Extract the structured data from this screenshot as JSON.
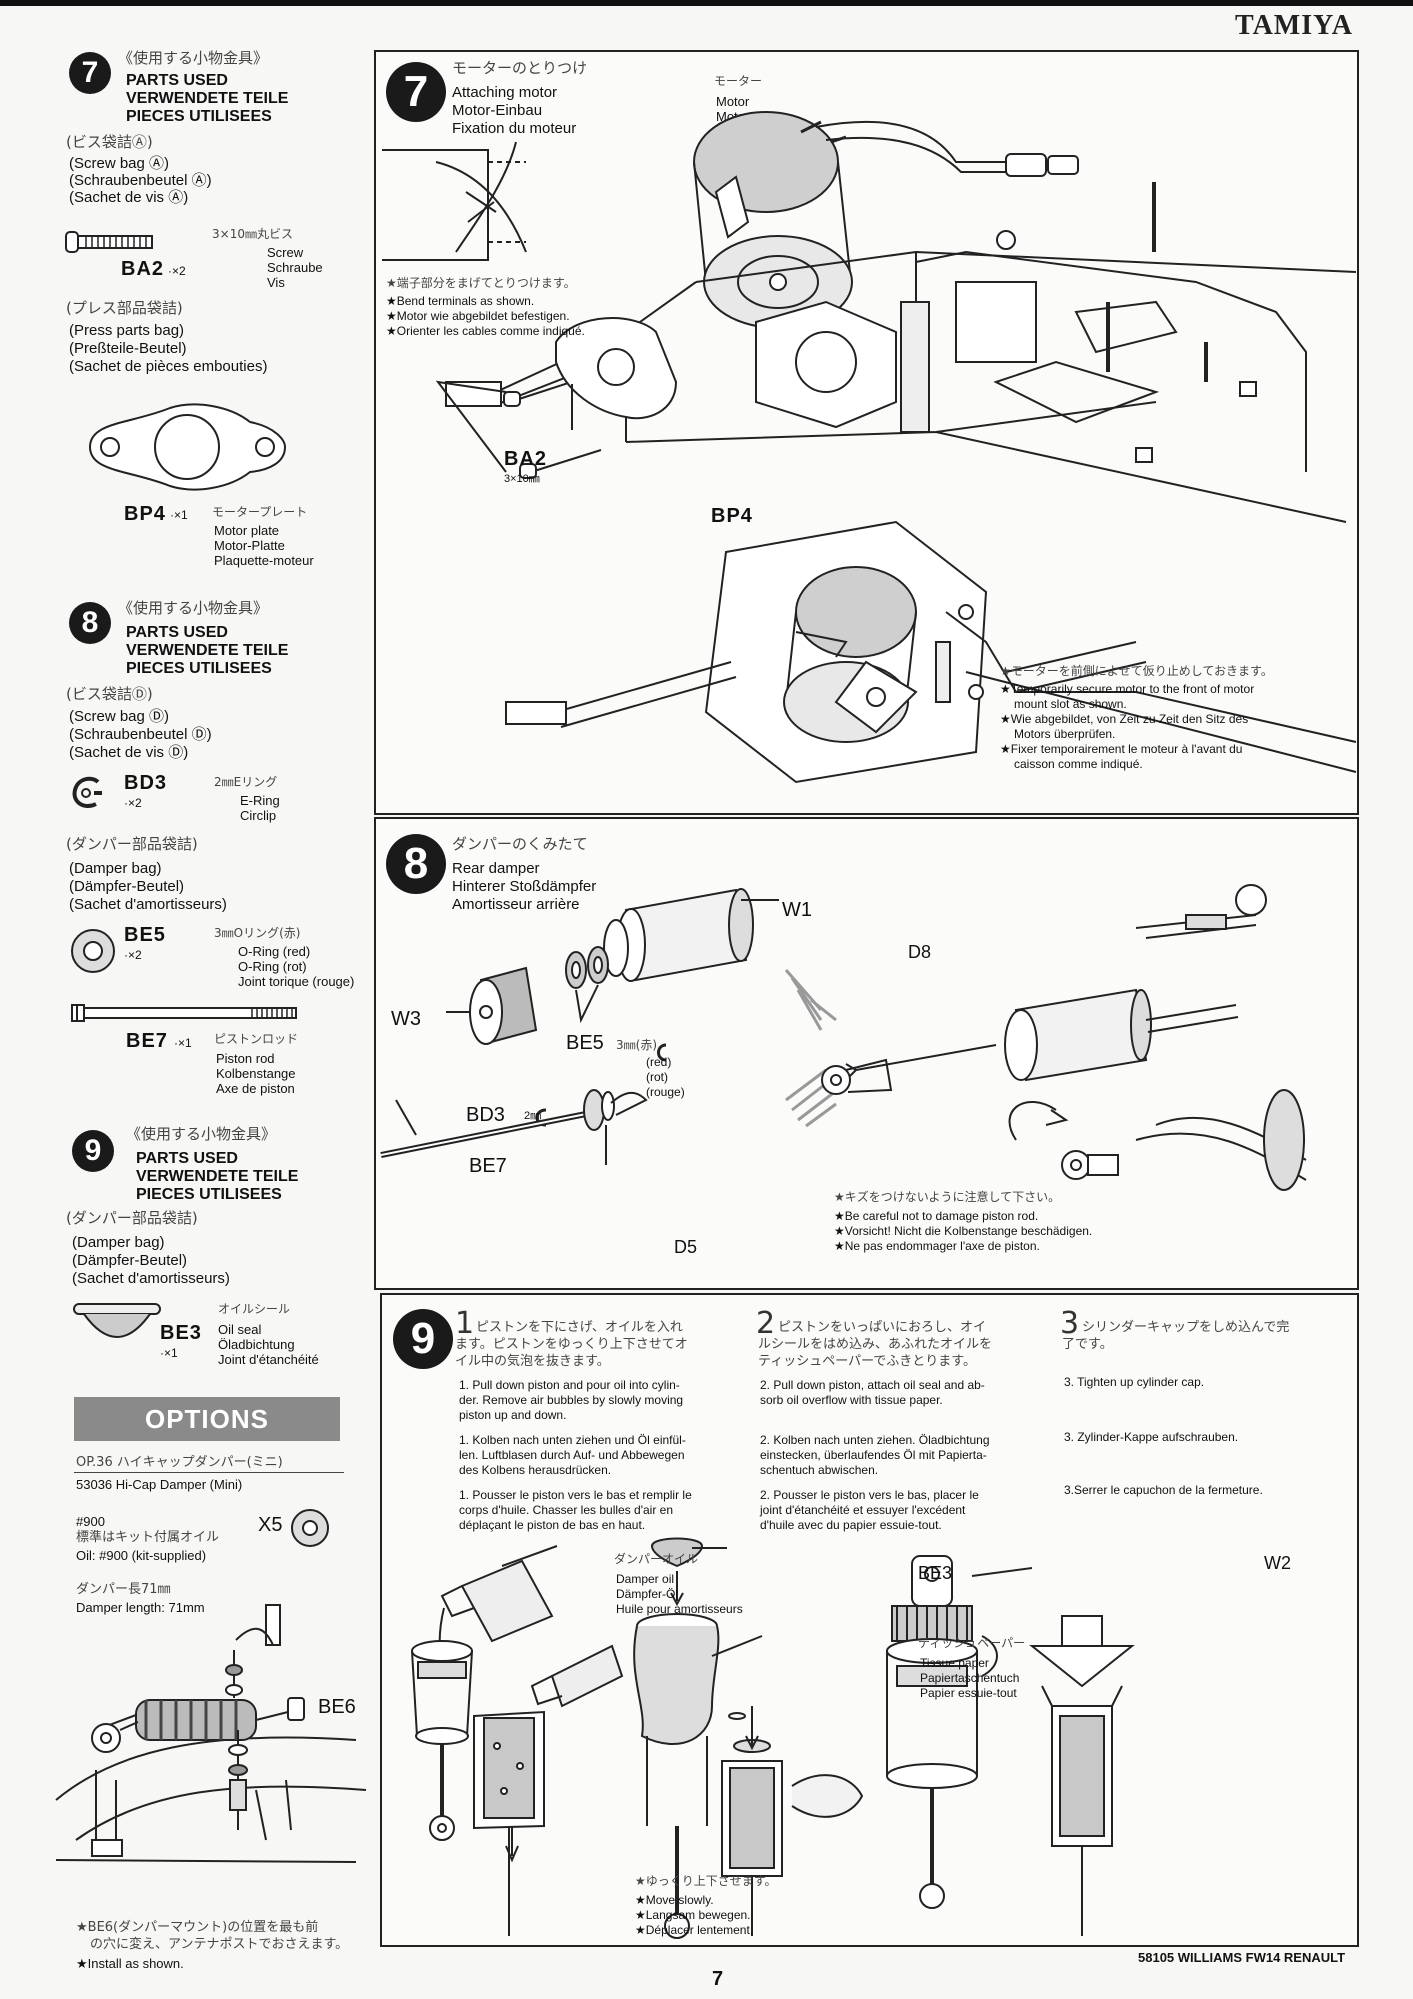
{
  "brand": "TAMIYA",
  "footer": {
    "model": "58105 WILLIAMS FW14 RENAULT",
    "page": "7"
  },
  "sidebar": {
    "s7": {
      "num": "7",
      "jp": "《使用する小物金具》",
      "en": "PARTS USED",
      "de": "VERWENDETE TEILE",
      "fr": "PIECES UTILISEES",
      "bagA": {
        "jp": "(ビス袋詰Ⓐ)",
        "en": "(Screw bag Ⓐ)",
        "de": "(Schraubenbeutel Ⓐ)",
        "fr": "(Sachet de vis Ⓐ)"
      },
      "ba2": {
        "code": "BA2",
        "qty": "·×2",
        "jp": "3×10㎜丸ビス",
        "en": "Screw",
        "de": "Schraube",
        "fr": "Vis"
      },
      "press": {
        "jp": "(プレス部品袋詰)",
        "en": "(Press parts bag)",
        "de": "(Preßteile-Beutel)",
        "fr": "(Sachet de pièces embouties)"
      },
      "bp4": {
        "code": "BP4",
        "qty": "·×1",
        "jp": "モータープレート",
        "en": "Motor plate",
        "de": "Motor-Platte",
        "fr": "Plaquette-moteur"
      }
    },
    "s8": {
      "num": "8",
      "jp": "《使用する小物金具》",
      "en": "PARTS USED",
      "de": "VERWENDETE TEILE",
      "fr": "PIECES UTILISEES",
      "bagD": {
        "jp": "(ビス袋詰Ⓓ)",
        "en": "(Screw bag Ⓓ)",
        "de": "(Schraubenbeutel Ⓓ)",
        "fr": "(Sachet de vis Ⓓ)"
      },
      "bd3": {
        "code": "BD3",
        "qty": "·×2",
        "jp": "2㎜Eリング",
        "en": "E-Ring",
        "de": "Circlip"
      },
      "damper": {
        "jp": "(ダンパー部品袋詰)",
        "en": "(Damper bag)",
        "de": "(Dämpfer-Beutel)",
        "fr": "(Sachet d'amortisseurs)"
      },
      "be5": {
        "code": "BE5",
        "qty": "·×2",
        "jp": "3㎜Oリング(赤)",
        "en": "O-Ring (red)",
        "de": "O-Ring (rot)",
        "fr": "Joint torique (rouge)"
      },
      "be7": {
        "code": "BE7",
        "qty": "·×1",
        "jp": "ピストンロッド",
        "en": "Piston rod",
        "de": "Kolbenstange",
        "fr": "Axe de piston"
      }
    },
    "s9": {
      "num": "9",
      "jp": "《使用する小物金具》",
      "en": "PARTS USED",
      "de": "VERWENDETE TEILE",
      "fr": "PIECES UTILISEES",
      "damper": {
        "jp": "(ダンパー部品袋詰)",
        "en": "(Damper bag)",
        "de": "(Dämpfer-Beutel)",
        "fr": "(Sachet d'amortisseurs)"
      },
      "be3": {
        "code": "BE3",
        "qty": "·×1",
        "jp": "オイルシール",
        "en": "Oil seal",
        "de": "Öladbichtung",
        "fr": "Joint d'étanchéité"
      }
    },
    "options": {
      "title": "OPTIONS",
      "op_jp": "OP.36 ハイキャップダンパー(ミニ)",
      "op_en": "53036 Hi-Cap Damper (Mini)",
      "oil_jp1": "#900",
      "oil_jp2": "標準はキット付属オイル",
      "oil_en": "Oil: #900 (kit-supplied)",
      "x5": "X5",
      "len_jp": "ダンパー長71㎜",
      "len_en": "Damper length: 71mm",
      "be6": "BE6",
      "note_jp1": "★BE6(ダンパーマウント)の位置を最も前",
      "note_jp2": "の穴に変え、アンテナポストでおさえます。",
      "note_en": "★Install as shown."
    }
  },
  "step7": {
    "num": "7",
    "jp": "モーターのとりつけ",
    "en": "Attaching motor",
    "de": "Motor-Einbau",
    "fr": "Fixation du moteur",
    "motor_jp": "モーター",
    "motor_en": "Motor",
    "motor_fr": "Moteur",
    "bend_jp": "★端子部分をまげてとりつけます。",
    "bend_en": "★Bend terminals as shown.",
    "bend_de": "★Motor wie abgebildet befestigen.",
    "bend_fr": "★Orienter les cables comme indiqué.",
    "ba2": "BA2",
    "ba2_size": "3×10㎜",
    "bp4": "BP4",
    "secure_jp": "★モーターを前側によせて仮り止めしておきます。",
    "secure_en1": "★Temporarily secure motor to the front of motor",
    "secure_en2": "mount slot as shown.",
    "secure_de1": "★Wie abgebildet, von Zeit zu Zeit den Sitz des",
    "secure_de2": "Motors überprüfen.",
    "secure_fr1": "★Fixer temporairement le moteur à l'avant du",
    "secure_fr2": "caisson comme indiqué."
  },
  "step8": {
    "num": "8",
    "jp": "ダンパーのくみたて",
    "en": "Rear damper",
    "de": "Hinterer Stoßdämpfer",
    "fr": "Amortisseur arrière",
    "w1": "W1",
    "w3": "W3",
    "d8": "D8",
    "be5": "BE5",
    "be5_size": "3㎜(赤)",
    "red": "(red)",
    "rot": "(rot)",
    "rouge": "(rouge)",
    "bd3": "BD3",
    "bd3_size": "2㎜",
    "be7": "BE7",
    "d5": "D5",
    "careful_jp": "★キズをつけないように注意して下さい。",
    "careful_en": "★Be careful not to damage piston rod.",
    "careful_de": "★Vorsicht! Nicht die Kolbenstange beschädigen.",
    "careful_fr": "★Ne pas endommager l'axe de piston."
  },
  "step9": {
    "num": "9",
    "c1": {
      "n": "1",
      "jp1": "ピストンを下にさげ、オイルを入れ",
      "jp2": "ます。ピストンをゆっくり上下させてオ",
      "jp3": "イル中の気泡を抜きます。",
      "en1": "1. Pull down piston and pour oil into cylin-",
      "en2": "der. Remove air bubbles by slowly moving",
      "en3": "piston up and down.",
      "de1": "1. Kolben nach unten ziehen und Öl einfül-",
      "de2": "len. Luftblasen durch Auf- und Abbewegen",
      "de3": "des Kolbens herausdrücken.",
      "fr1": "1. Pousser le piston vers le bas et remplir le",
      "fr2": "corps d'huile. Chasser les bulles d'air en",
      "fr3": "déplaçant le piston de bas en haut."
    },
    "c2": {
      "n": "2",
      "jp1": "ピストンをいっぱいにおろし、オイ",
      "jp2": "ルシールをはめ込み、あふれたオイルを",
      "jp3": "ティッシュペーパーでふきとります。",
      "en1": "2. Pull down piston, attach oil seal and ab-",
      "en2": "sorb oil overflow with tissue paper.",
      "de1": "2. Kolben nach unten ziehen. Öladbichtung",
      "de2": "einstecken, überlaufendes Öl mit Papierta-",
      "de3": "schentuch abwischen.",
      "fr1": "2. Pousser le piston vers le bas, placer le",
      "fr2": "joint d'étanchéité et essuyer l'excédent",
      "fr3": "d'huile avec du papier essuie-tout."
    },
    "c3": {
      "n": "3",
      "jp1": "シリンダーキャップをしめ込んで完",
      "jp2": "了です。",
      "en": "3. Tighten up cylinder cap.",
      "de": "3. Zylinder-Kappe aufschrauben.",
      "fr": "3.Serrer le capuchon de la fermeture."
    },
    "oil_jp": "ダンパーオイル",
    "oil_en": "Damper oil",
    "oil_de": "Dämpfer-Öl",
    "oil_fr": "Huile pour amortisseurs",
    "be3": "BE3",
    "tissue_jp": "ティッシュペーパー",
    "tissue_en": "Tissue paper",
    "tissue_de": "Papiertaschentuch",
    "tissue_fr": "Papier essuie-tout",
    "w2": "W2",
    "slow_jp": "★ゆっくり上下させます。",
    "slow_en": "★Move slowly.",
    "slow_de": "★Langsam bewegen.",
    "slow_fr": "★Déplacer lentement."
  }
}
